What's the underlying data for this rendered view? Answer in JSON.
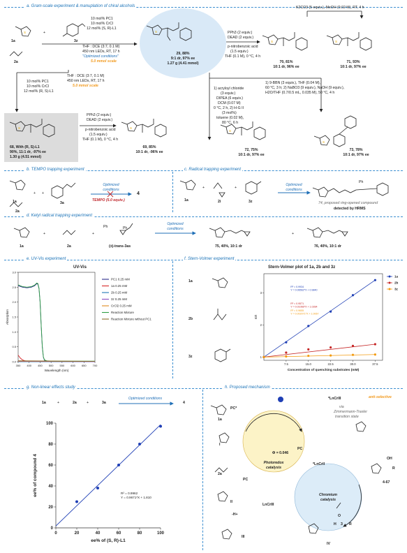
{
  "sections": {
    "a": "a. Gram-scale experiment & manuplation of chiral alcohols",
    "b": "b. TEMPO trapping experiment",
    "c": "c. Radical trapping experiment",
    "d": "d. Ketyl radical trapping experiment",
    "e": "e. UV-Vis experiment",
    "f": "f. Stern-Volmer experiment",
    "g": "g. Non-linear effects study",
    "h": "h. Proposed mechanism"
  },
  "panel_a": {
    "label_1a": "1a",
    "label_2a": "2a",
    "label_3z": "3z",
    "plus": "+",
    "center_conditions": [
      "10 mol% PC1",
      "10 mol% CrCl",
      "12 mol% (S, R)-L1",
      "THF : DCE (3:7, 0.1 M)",
      "450 nm LEDs, RT, 17 h"
    ],
    "center_opt": "\"Optimized conditions\"",
    "center_scale": "5.0 mmol scale",
    "product_29": [
      "29, 88%",
      "9:1 dr, 97% ee",
      "1.27 g (4.41 mmol)"
    ],
    "left_conditions": [
      "10 mol% PC1",
      "10 mol% CrCl",
      "12 mol% (R, S)-L1",
      "THF : DCE (3:7, 0.1 M)",
      "450 nm LEDs, RT, 17 h"
    ],
    "left_scale": "5.0 mmol scale",
    "product_68": [
      "68, With (R, S)-L1",
      "90%, 11:1 dr, -97% ee",
      "1.30 g (4.51 mmol)"
    ],
    "mitsunobu": [
      "PPh3 (2 equiv.)",
      "DEAD (2 equiv.)",
      "p-nitrobenzoic acid",
      "(1.5 equiv.)",
      "THF (0.1 M), 0 °C, 4 h"
    ],
    "product_69": [
      "69, 85%",
      "10:1 dr, -96% ee"
    ],
    "mitsunobu2": [
      "PPh3 (2 equiv.)",
      "DEAD (2 equiv.)",
      "p-nitrobenzoic acid",
      "(1.5 equiv.)",
      "THF (0.1 M), 0 °C, 4 h"
    ],
    "product_70": [
      "70, 81%",
      "10:1 dr, 96% ee"
    ],
    "k2co3": "K2CO3 (5 equiv.), MeOH (0.02 M), RT, 4 h",
    "product_71": [
      "71, 93%",
      "10:1 dr, 97% ee"
    ],
    "acryloyl": [
      "1) acryloyl chloride",
      "(3 equiv.)",
      "DIPEA (6 equiv.)",
      "DCM (0.07 M)",
      "0 °C, 2 h, 2) H-G II",
      "(3 mol%)",
      "toluene (0.02 M),",
      "80 °C, 6 h"
    ],
    "product_72": [
      "72, 75%",
      "10:1 dr, 97% ee"
    ],
    "bbn": [
      "1) 9-BBN (3 equiv.), THF (0.04 M),",
      "60 °C, 3 h; 2) NaBO3 (9 equiv.), NaOH (9 equiv.),",
      "H2O/THF (0.7/0.5 mL, 0.035 M), 50 °C, 4 h"
    ],
    "product_73": [
      "73, 78%",
      "10:1 dr, 97% ee"
    ]
  },
  "panel_b": {
    "label_1a": "1a",
    "label_2a": "2a",
    "label_3a": "3a",
    "plus": "+",
    "conditions": [
      "Optimized",
      "conditions"
    ],
    "tempo": "TEMPO (5.0 equiv.)",
    "product": "4"
  },
  "panel_c": {
    "label_1a": "1a",
    "label_2i": "2i",
    "label_3z": "3z",
    "plus": "+",
    "conditions": [
      "Optimized",
      "conditions"
    ],
    "product": "74, proposed ring-opened compound",
    "detected": "detected by HRMS",
    "ph": "Ph"
  },
  "panel_d": {
    "label_1a": "1a",
    "label_2a": "2a",
    "label_3as": "(±)-trans-3as",
    "plus": "+",
    "conditions": [
      "Optimized",
      "conditions"
    ],
    "product_75": "75, 40%, 10:1 dr",
    "product_76": "76, 40%, 10:1 dr",
    "ph": "Ph"
  },
  "panel_e": {
    "chart_title": "UV-Vis",
    "chart_data": {
      "type": "line",
      "title": "UV-Vis",
      "xlabel": "Wavelength (nm)",
      "ylabel": "Absorption",
      "xlim": [
        350,
        700
      ],
      "ylim": [
        0.0,
        3.0
      ],
      "xticks": [
        350,
        400,
        450,
        500,
        550,
        600,
        650,
        700
      ],
      "yticks": [
        0.0,
        0.5,
        1.0,
        1.5,
        2.0,
        2.5,
        3.0
      ],
      "series": [
        {
          "name": "PC1 0.25 mM",
          "color": "#2c2c8a",
          "x": [
            350,
            370,
            390,
            410,
            425,
            435,
            440,
            445,
            450,
            455,
            460,
            465,
            470,
            480,
            500,
            550,
            600,
            700
          ],
          "y": [
            2.55,
            2.5,
            2.48,
            2.5,
            2.55,
            2.62,
            2.6,
            2.45,
            2.0,
            1.2,
            0.5,
            0.15,
            0.05,
            0.02,
            0.01,
            0.01,
            0.01,
            0.01
          ]
        },
        {
          "name": "1a 0.25 mM",
          "color": "#d62728",
          "x": [
            350,
            360,
            370,
            380,
            400,
            450,
            700
          ],
          "y": [
            0.22,
            0.12,
            0.06,
            0.03,
            0.01,
            0.0,
            0.0
          ]
        },
        {
          "name": "2b 0.25 mM",
          "color": "#1f77b4",
          "x": [
            350,
            700
          ],
          "y": [
            0.0,
            0.0
          ]
        },
        {
          "name": "3z 0.25 mM",
          "color": "#8a4bbf",
          "x": [
            350,
            700
          ],
          "y": [
            0.01,
            0.0
          ]
        },
        {
          "name": "CrCl2 0.25 mM",
          "color": "#e08a1e",
          "x": [
            350,
            700
          ],
          "y": [
            0.02,
            0.01
          ]
        },
        {
          "name": "Reaction Mixture",
          "color": "#2f9e44",
          "x": [
            350,
            370,
            390,
            410,
            425,
            435,
            440,
            445,
            450,
            455,
            460,
            465,
            470,
            480,
            500,
            700
          ],
          "y": [
            2.58,
            2.52,
            2.5,
            2.52,
            2.57,
            2.64,
            2.62,
            2.47,
            2.02,
            1.22,
            0.52,
            0.16,
            0.06,
            0.03,
            0.02,
            0.02
          ]
        },
        {
          "name": "Reaction Mixture without PC1",
          "color": "#8c6d2f",
          "x": [
            350,
            700
          ],
          "y": [
            0.03,
            0.01
          ]
        }
      ]
    }
  },
  "panel_f": {
    "label_1a": "1a",
    "label_2b": "2b",
    "label_3z": "3z",
    "chart_data": {
      "type": "scatter",
      "title": "Stern-Volmer plot of 1a, 2b and 3z",
      "xlabel": "Concentration of quenching substrates (mM)",
      "ylabel": "I0/I",
      "xlim": [
        0,
        40
      ],
      "ylim": [
        0.9,
        3.6
      ],
      "xticks": [
        7.5,
        15.0,
        22.5,
        30.0,
        37.5
      ],
      "yticks": [
        1,
        2,
        3
      ],
      "series": [
        {
          "name": "1a",
          "color": "#1f3fb5",
          "x": [
            0,
            7.5,
            15.0,
            22.5,
            30.0,
            37.5
          ],
          "y": [
            1.0,
            1.46,
            1.97,
            2.42,
            2.93,
            3.4
          ],
          "fit": "Y = 0.06562*X + 0.9840",
          "r2": "R² = 0.9934"
        },
        {
          "name": "2b",
          "color": "#c62828",
          "x": [
            0,
            7.5,
            15.0,
            22.5,
            30.0,
            37.5
          ],
          "y": [
            1.0,
            1.14,
            1.24,
            1.3,
            1.35,
            1.4
          ],
          "fit": "Y = 0.01066*X + 1.0284",
          "r2": "R² = 0.9571"
        },
        {
          "name": "3z",
          "color": "#f39c12",
          "x": [
            0,
            7.5,
            15.0,
            22.5,
            30.0,
            37.5
          ],
          "y": [
            1.0,
            1.02,
            1.04,
            1.05,
            1.07,
            1.08
          ],
          "fit": "Y = 0.002071*X + 1.0067",
          "r2": "R² = 0.9655"
        }
      ]
    }
  },
  "panel_g": {
    "eq_1a": "1a",
    "eq_2a": "2a",
    "eq_3a": "3a",
    "plus": "+",
    "conditions": "Optimized conditions",
    "product": "4",
    "chart_data": {
      "type": "scatter",
      "title": "",
      "xlabel": "ee% of (S, R)-L1",
      "ylabel": "ee% of compound 4",
      "xlim": [
        0,
        100
      ],
      "ylim": [
        0,
        100
      ],
      "xticks": [
        0,
        20,
        40,
        60,
        80,
        100
      ],
      "yticks": [
        0,
        20,
        40,
        60,
        80,
        100
      ],
      "x": [
        20,
        40,
        60,
        80,
        100
      ],
      "y": [
        25,
        38,
        60,
        80,
        97
      ],
      "fit": "Y = 0.9671*X + 1.810",
      "r2": "R² = 0.9962"
    }
  },
  "panel_h": {
    "pc_star": "PC*",
    "pc_minus": "PC",
    "pc": "PC",
    "phi": "Φ = 0.046",
    "photoredox": [
      "Photoredox",
      "catalysis"
    ],
    "chromium": [
      "Chromium",
      "catalysis"
    ],
    "anti": "anti-selective",
    "zt": [
      "via",
      "Zimmermann-Traxler",
      "transition state"
    ],
    "lcr3": "*LnCrIII",
    "lcr2": "*LnCrII",
    "lcr": "LnCrIII",
    "label_1a": "1a",
    "label_2a": "2a",
    "label_I": "I",
    "label_II": "II",
    "label_III": "III",
    "label_IV": "IV",
    "minus_h": "-H+",
    "product": "4-67",
    "aldehyde": [
      "O",
      "H",
      "3",
      "R"
    ],
    "oh": "OH",
    "r": "R"
  }
}
